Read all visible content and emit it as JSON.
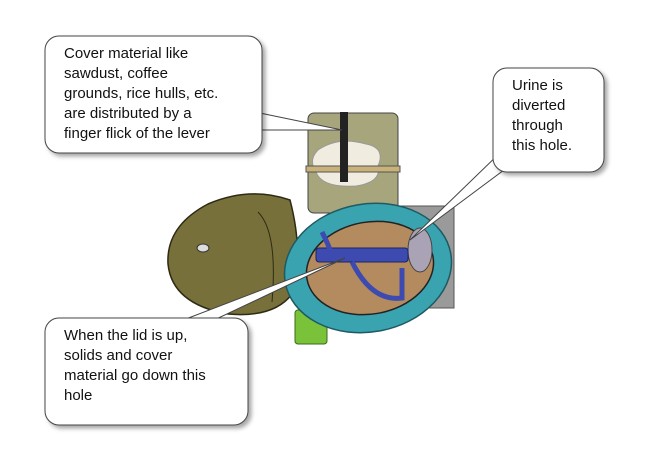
{
  "callouts": {
    "cover_material": "Cover material like\nsawdust, coffee\ngrounds, rice hulls, etc.\nare distributed by a\nfinger flick of the lever",
    "urine": "Urine is\ndiverted\nthrough\nthis hole.",
    "solids": "When the lid is up,\nsolids and cover\nmaterial go down this\nhole"
  },
  "colors": {
    "lid": "#77703a",
    "hopper": "#a7a57c",
    "seat": "#3aa3b0",
    "bowl": "#b48a5f",
    "pipe": "#3d4bb0",
    "fan": "#7ac23a",
    "outlet": "#9a9a9a"
  }
}
